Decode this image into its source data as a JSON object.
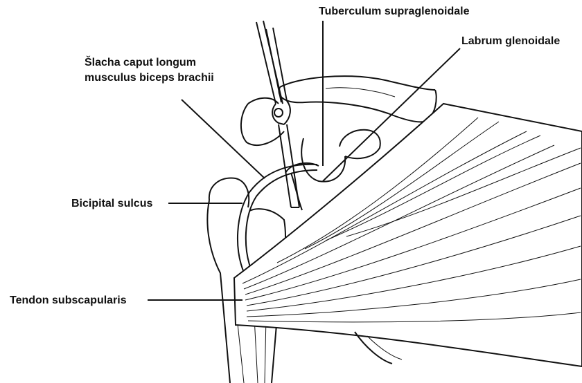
{
  "labels": {
    "tuberculum": "Tuberculum supraglenoidale",
    "labrum": "Labrum glenoidale",
    "slacha_line1": "Šlacha caput longum",
    "slacha_line2": "musculus biceps brachii",
    "bicipital": "Bicipital sulcus",
    "tendon": "Tendon subscapularis"
  },
  "colors": {
    "ink": "#111111",
    "background": "#ffffff"
  }
}
